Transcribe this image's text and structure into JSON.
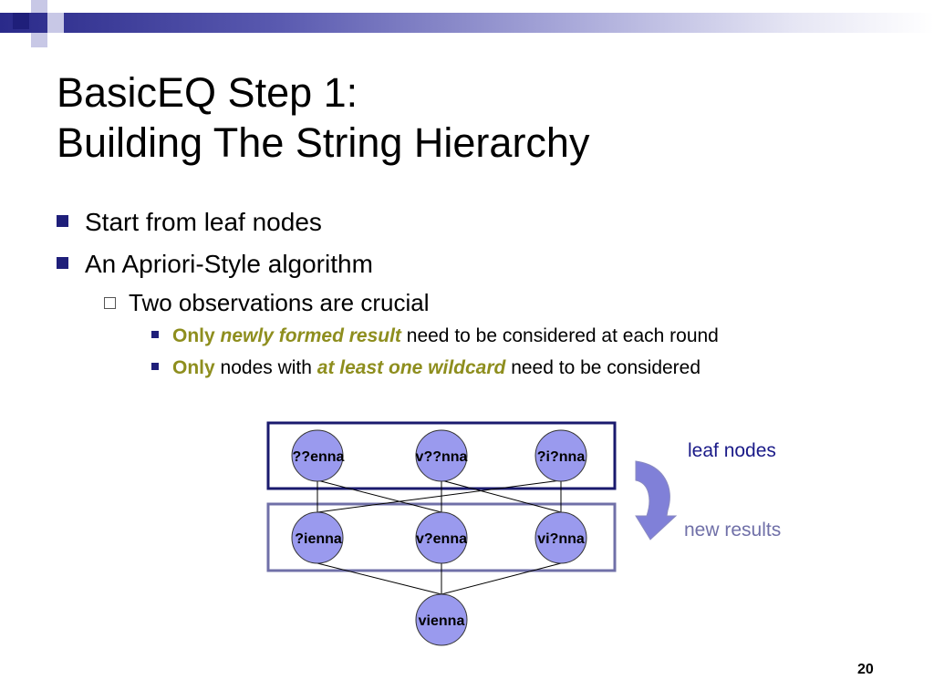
{
  "slide": {
    "title_line1": "BasicEQ Step 1:",
    "title_line2": "Building The String Hierarchy",
    "page_number": "20",
    "colors": {
      "accent_navy": "#1f1f7a",
      "olive_highlight": "#8e8e1e",
      "node_fill": "#9a9aee",
      "leaf_box": "#1a1a6e",
      "result_box": "#7070a8"
    }
  },
  "bullets": {
    "b1": "Start from leaf nodes",
    "b2": "An Apriori-Style algorithm",
    "sub": "Two observations are crucial",
    "obs1": {
      "lead": "Only",
      "emph": "newly formed result",
      "rest": "need to be considered at each round"
    },
    "obs2": {
      "lead": "Only",
      "mid": "nodes with",
      "emph": "at least one wildcard",
      "rest": "need to be considered"
    }
  },
  "diagram": {
    "leaf_nodes": [
      "??enna",
      "v??nna",
      "?i?nna"
    ],
    "result_nodes": [
      "?ienna",
      "v?enna",
      "vi?nna"
    ],
    "bottom_node": "vienna",
    "leaf_label": "leaf nodes",
    "result_label": "new results"
  }
}
